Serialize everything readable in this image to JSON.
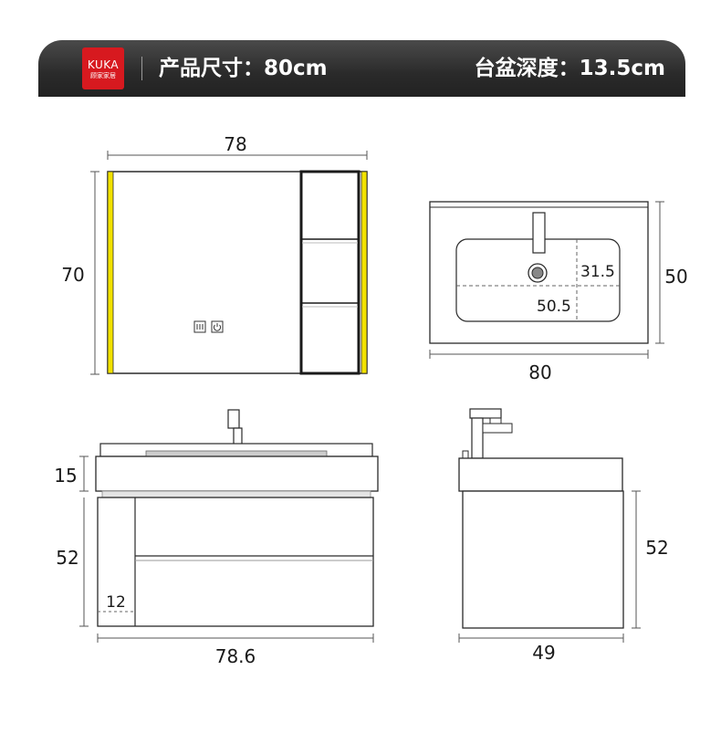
{
  "header": {
    "logo_top": "KUKA",
    "logo_bottom": "顾家家居",
    "size_text": "产品尺寸：80cm",
    "depth_text": "台盆深度：13.5cm"
  },
  "mirror": {
    "width_label": "78",
    "height_label": "70"
  },
  "basin": {
    "width_label": "80",
    "depth_label": "50",
    "bowl_depth_label": "31.5",
    "bowl_width_label": "50.5"
  },
  "cabinet_front": {
    "top_height_label": "15",
    "body_height_label": "52",
    "leg_label": "12",
    "width_label": "78.6"
  },
  "cabinet_side": {
    "height_label": "52",
    "depth_label": "49"
  },
  "colors": {
    "accent_yellow": "#f2e200",
    "brand_red": "#d7191f",
    "line": "#1a1a1a"
  }
}
